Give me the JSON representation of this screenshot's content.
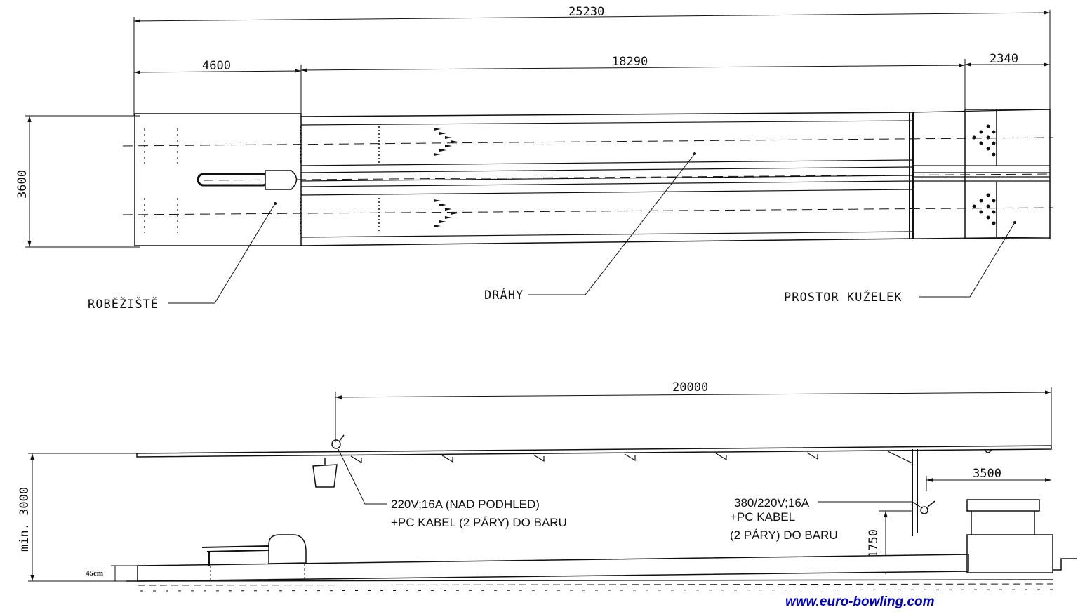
{
  "plan": {
    "dim_total": "25230",
    "dim_approach": "4600",
    "dim_lanes": "18290",
    "dim_pins": "2340",
    "dim_width": "3600",
    "label_approach": "ROBĚŽIŠTĚ",
    "label_lanes": "DRÁHY",
    "label_pins": "PROSTOR KUŽELEK"
  },
  "section": {
    "dim_span": "20000",
    "dim_height": "min. 3000",
    "dim_pinsetter": "3500",
    "dim_socket_h": "1750",
    "dim_step": "45cm",
    "note_left_1": "220V;16A (NAD PODHLED)",
    "note_left_2": "+PC KABEL (2 PÁRY) DO BARU",
    "note_right_1": "380/220V;16A",
    "note_right_2": "+PC KABEL",
    "note_right_3": "(2 PÁRY) DO BARU"
  },
  "footer": {
    "website": "www.euro-bowling.com",
    "website_color": "#0000cc"
  }
}
